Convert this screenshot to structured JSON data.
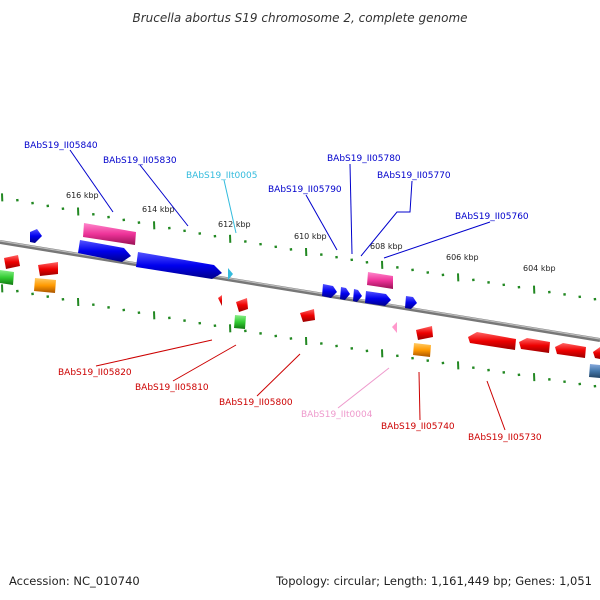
{
  "title": "Brucella abortus S19 chromosome 2, complete genome",
  "footer": {
    "accession": "Accession: NC_010740",
    "summary": "Topology: circular; Length: 1,161,449 bp; Genes: 1,051"
  },
  "scale_labels": [
    "616 kbp",
    "614 kbp",
    "612 kbp",
    "610 kbp",
    "608 kbp",
    "606 kbp",
    "604 kbp"
  ],
  "genes": {
    "top": [
      {
        "label": "BAbS19_II05840",
        "color": "#0000cc"
      },
      {
        "label": "BAbS19_II05830",
        "color": "#0000cc"
      },
      {
        "label": "BAbS19_IIt0005",
        "color": "#33bbdd"
      },
      {
        "label": "BAbS19_II05780",
        "color": "#0000cc"
      },
      {
        "label": "BAbS19_II05790",
        "color": "#0000cc"
      },
      {
        "label": "BAbS19_II05770",
        "color": "#0000cc"
      },
      {
        "label": "BAbS19_II05760",
        "color": "#0000cc"
      }
    ],
    "bottom": [
      {
        "label": "BAbS19_II05820",
        "color": "#cc0000"
      },
      {
        "label": "BAbS19_II05810",
        "color": "#cc0000"
      },
      {
        "label": "BAbS19_II05800",
        "color": "#cc0000"
      },
      {
        "label": "BAbS19_IIt0004",
        "color": "#ee99cc"
      },
      {
        "label": "BAbS19_II05740",
        "color": "#cc0000"
      },
      {
        "label": "BAbS19_II05730",
        "color": "#cc0000"
      }
    ]
  },
  "colors": {
    "forward_cds": "#0000ee",
    "reverse_cds": "#ee0000",
    "rrna_pink": "#ee3399",
    "trna_forward": "#33bbdd",
    "trna_reverse": "#ff99cc",
    "orange": "#ff9900",
    "green": "#33cc33",
    "steelblue": "#4477aa",
    "backbone": "#888888",
    "scale_dots": "#228822"
  }
}
